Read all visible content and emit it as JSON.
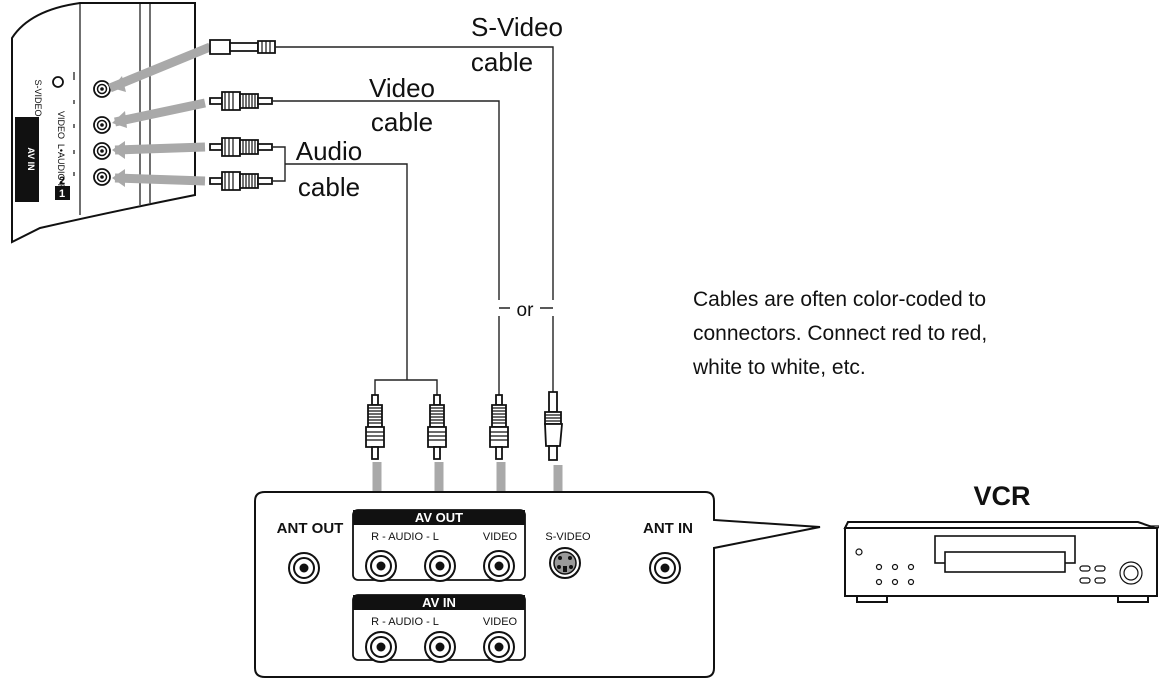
{
  "labels": {
    "svideo_cable": [
      "S-Video",
      "cable"
    ],
    "video_cable": [
      "Video",
      "cable"
    ],
    "audio_cable": [
      "Audio",
      "cable"
    ],
    "or": "or",
    "note": [
      "Cables are often color-coded to",
      "connectors. Connect red to red,",
      "white to white, etc."
    ],
    "vcr": "VCR"
  },
  "tv_side_panel": {
    "av_in": "AV IN",
    "s_video": "S-VIDEO",
    "video": "VIDEO",
    "audio": "L•AUDIO•R",
    "num_1": "1",
    "num_2": "2"
  },
  "vcr_panel": {
    "ant_out": "ANT OUT",
    "ant_in": "ANT IN",
    "av_out": "AV OUT",
    "av_in": "AV IN",
    "r_audio_l": "R - AUDIO - L",
    "video": "VIDEO",
    "s_video": "S-VIDEO"
  },
  "colors": {
    "arrow": "#a9a9a9",
    "line": "#111111"
  }
}
